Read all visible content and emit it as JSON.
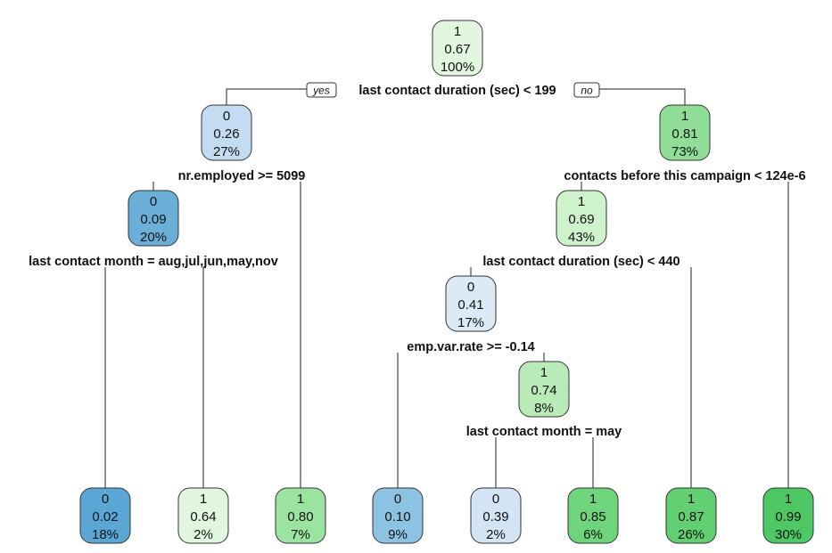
{
  "tree": {
    "yes_label": "yes",
    "no_label": "no",
    "nodes": [
      {
        "id": "root",
        "class": "1",
        "prob": "0.67",
        "pct": "100%",
        "fill": "#e3f7e0",
        "split": "last contact duration (sec) < 199"
      },
      {
        "id": "n2",
        "class": "0",
        "prob": "0.26",
        "pct": "27%",
        "fill": "#c3dcf2",
        "split": "nr.employed >= 5099"
      },
      {
        "id": "n3",
        "class": "1",
        "prob": "0.81",
        "pct": "73%",
        "fill": "#8fdd96",
        "split": "contacts before this campaign < 124e-6"
      },
      {
        "id": "n4",
        "class": "0",
        "prob": "0.09",
        "pct": "20%",
        "fill": "#6aafd8",
        "split": "last contact month = aug,jul,jun,may,nov"
      },
      {
        "id": "n6",
        "class": "1",
        "prob": "0.69",
        "pct": "43%",
        "fill": "#cef2cb",
        "split": "last contact duration (sec) < 440"
      },
      {
        "id": "n12",
        "class": "0",
        "prob": "0.41",
        "pct": "17%",
        "fill": "#dce9f6",
        "split": "emp.var.rate >= -0.14"
      },
      {
        "id": "n25",
        "class": "1",
        "prob": "0.74",
        "pct": "8%",
        "fill": "#b9ebb8",
        "split": "last contact month = may"
      },
      {
        "id": "l1",
        "class": "0",
        "prob": "0.02",
        "pct": "18%",
        "fill": "#5aa7d6",
        "split": ""
      },
      {
        "id": "l2",
        "class": "1",
        "prob": "0.64",
        "pct": "2%",
        "fill": "#e2f7df",
        "split": ""
      },
      {
        "id": "l3",
        "class": "1",
        "prob": "0.80",
        "pct": "7%",
        "fill": "#9be3a0",
        "split": ""
      },
      {
        "id": "l4",
        "class": "0",
        "prob": "0.10",
        "pct": "9%",
        "fill": "#8cc3e2",
        "split": ""
      },
      {
        "id": "l5",
        "class": "0",
        "prob": "0.39",
        "pct": "2%",
        "fill": "#d3e4f4",
        "split": ""
      },
      {
        "id": "l6",
        "class": "1",
        "prob": "0.85",
        "pct": "6%",
        "fill": "#6fd57d",
        "split": ""
      },
      {
        "id": "l7",
        "class": "1",
        "prob": "0.87",
        "pct": "26%",
        "fill": "#62cf72",
        "split": ""
      },
      {
        "id": "l8",
        "class": "1",
        "prob": "0.99",
        "pct": "30%",
        "fill": "#4dc865",
        "split": ""
      }
    ],
    "edges": [
      [
        "root",
        "n2"
      ],
      [
        "root",
        "n3"
      ],
      [
        "n2",
        "n4"
      ],
      [
        "n2",
        "l3"
      ],
      [
        "n4",
        "l1"
      ],
      [
        "n4",
        "l2"
      ],
      [
        "n3",
        "n6"
      ],
      [
        "n3",
        "l8"
      ],
      [
        "n6",
        "n12"
      ],
      [
        "n6",
        "l7"
      ],
      [
        "n12",
        "l4"
      ],
      [
        "n12",
        "n25"
      ],
      [
        "n25",
        "l5"
      ],
      [
        "n25",
        "l6"
      ]
    ]
  }
}
